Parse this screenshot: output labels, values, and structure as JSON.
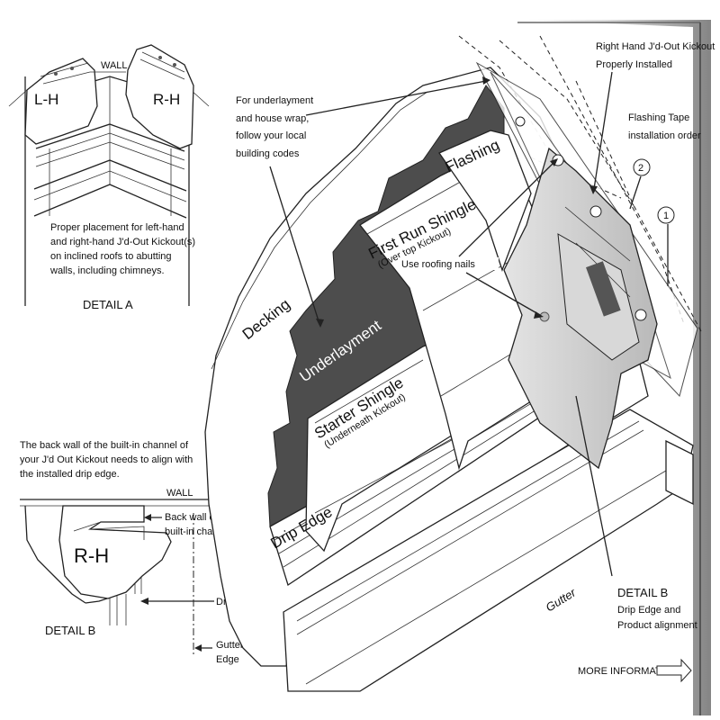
{
  "detail_a": {
    "wall_label": "WALL",
    "lh_label": "L-H",
    "rh_label": "R-H",
    "description": [
      "Proper placement for left-hand",
      "and right-hand J'd-Out Kickout(s)",
      "on inclined roofs to abutting",
      "walls, including chimneys."
    ],
    "caption": "DETAIL A"
  },
  "detail_b_left": {
    "intro": [
      "The back wall of the built-in channel of",
      "your J'd Out Kickout needs to align with",
      "the installed drip edge."
    ],
    "wall_label": "WALL",
    "rh_label": "R-H",
    "back_wall_callout": [
      "Back wall of",
      "built-in channel"
    ],
    "drip_edge_callout": "Drip Edge",
    "gutter_edge_callout": [
      "Gutter",
      "Edge"
    ],
    "caption": "DETAIL B"
  },
  "main": {
    "underlayment_note": [
      "For underlayment",
      "and house wrap,",
      "follow your local",
      "building codes"
    ],
    "decking": "Decking",
    "underlayment": "Underlayment",
    "flashing": "Flashing",
    "first_run_title": "First Run Shingle",
    "first_run_sub": "(Over top Kickout)",
    "starter_title": "Starter Shingle",
    "starter_sub": "(Underneath Kickout)",
    "drip_edge": "Drip Edge",
    "gutter": "Gutter",
    "roofing_nails": "Use roofing nails",
    "kickout_callout": [
      "Right Hand J'd-Out Kickout",
      "Properly Installed"
    ],
    "flashing_tape_callout": [
      "Flashing Tape",
      "installation order"
    ],
    "order_1": "1",
    "order_2": "2",
    "detail_b_caption": "DETAIL B",
    "detail_b_sub": [
      "Drip Edge and",
      "Product alignment"
    ],
    "more_information": "MORE INFORMATION"
  }
}
